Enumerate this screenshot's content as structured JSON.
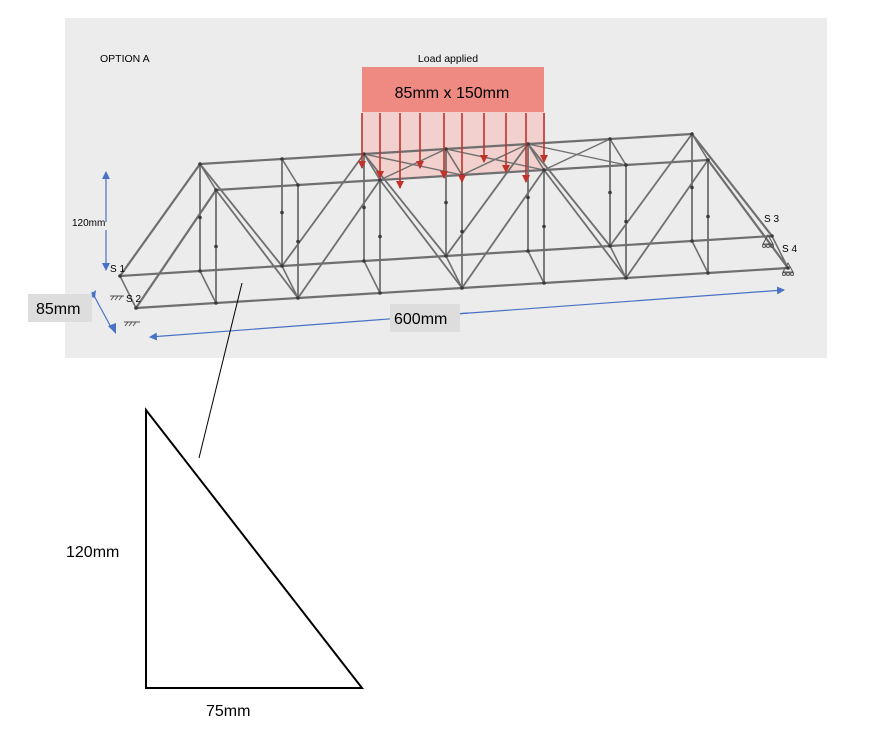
{
  "option_label": "OPTION A",
  "load_label": "Load applied",
  "load_dims": "85mm x 150mm",
  "height_label": "120mm",
  "width_label": "85mm",
  "length_label": "600mm",
  "supports": [
    "S 1",
    "S 2",
    "S 3",
    "S 4"
  ],
  "triangle": {
    "height_label": "120mm",
    "base_label": "75mm"
  },
  "colors": {
    "panel": "#ececec",
    "truss": "#6f6f6f",
    "joint": "#3a3a3a",
    "dimension": "#4a72c4",
    "load_box": "#ee8a82",
    "load_arrow": "#c0322a",
    "load_shade": "#f3c9c5",
    "line": "#000000"
  }
}
